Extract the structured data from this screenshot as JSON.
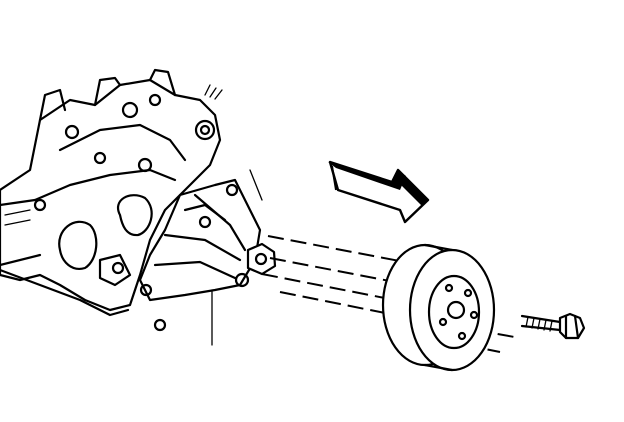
{
  "figure": {
    "kind": "technical-illustration",
    "parts": [
      "engine-block",
      "mounting-bracket",
      "pulley",
      "mounting-bolt",
      "direction-arrow"
    ],
    "colors": {
      "ink": "#000000",
      "background": "#ffffff"
    }
  }
}
